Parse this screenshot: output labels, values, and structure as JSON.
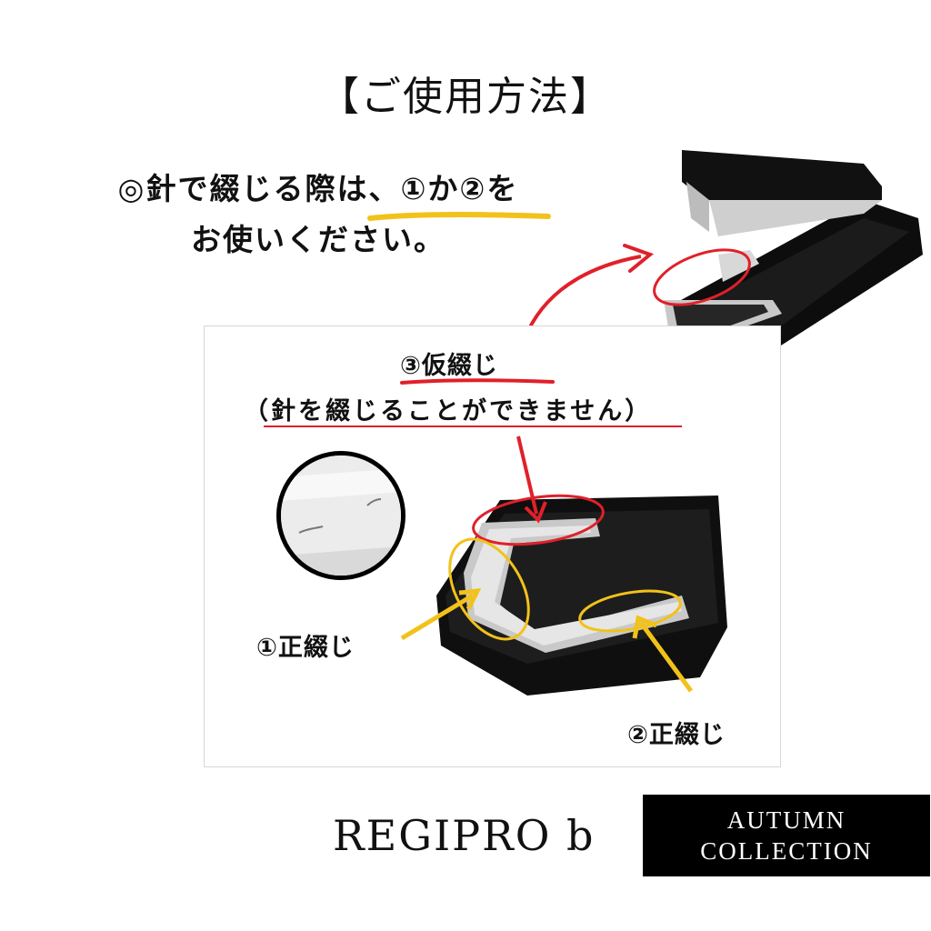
{
  "title": "【ご使用方法】",
  "instruction": {
    "line1": "◎針で綴じる際は、①か②を",
    "line2": "お使いください。"
  },
  "labels": {
    "temporary": "③仮綴じ",
    "temporary_note": "（針を綴じることができません）",
    "normal1": "①正綴じ",
    "normal2": "②正綴じ"
  },
  "brand": {
    "name": "REGIPRO b",
    "collection_line1": "AUTUMN",
    "collection_line2": "COLLECTION"
  },
  "colors": {
    "red": "#e0202a",
    "yellow": "#f2c21a",
    "black": "#000000"
  }
}
